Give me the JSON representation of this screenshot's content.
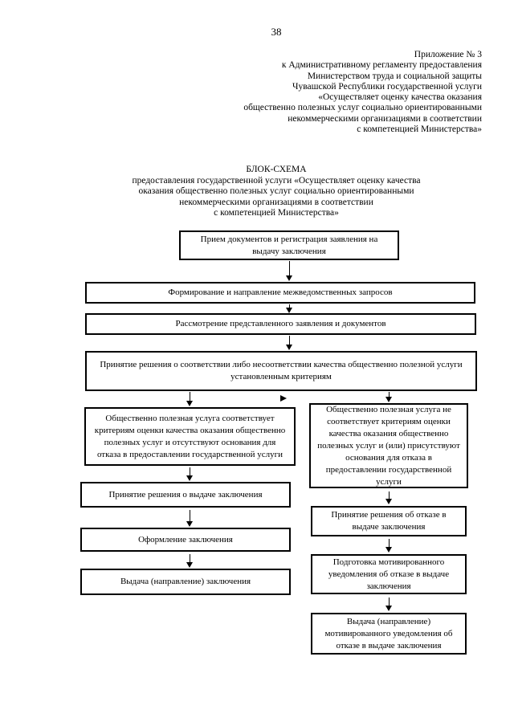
{
  "page_number": "38",
  "header": {
    "lines": [
      "Приложение № 3",
      "к Административному регламенту предоставления",
      "Министерством труда и социальной защиты",
      "Чувашской Республики государственной услуги",
      "«Осуществляет оценку качества оказания",
      "общественно полезных услуг социально ориентированными",
      "некоммерческими организациями в соответствии",
      "с компетенцией Министерства»"
    ]
  },
  "title": {
    "heading": "БЛОК-СХЕМА",
    "lines": [
      "предоставления государственной услуги «Осуществляет оценку качества",
      "оказания общественно полезных услуг социально ориентированными",
      "некоммерческими организациями в соответствии",
      "с компетенцией Министерства»"
    ]
  },
  "flowchart": {
    "nodes": [
      {
        "id": "accept-documents",
        "label": "Прием документов и регистрация заявления на выдачу заключения"
      },
      {
        "id": "interagency-requests",
        "label": "Формирование и направление межведомственных запросов"
      },
      {
        "id": "review-application",
        "label": "Рассмотрение представленного заявления и документов"
      },
      {
        "id": "decision-compliance",
        "label": "Принятие решения о соответствии либо несоответствии качества общественно полезной услуги установленным критериям"
      },
      {
        "id": "service-compliant",
        "label": "Общественно полезная услуга соответствует критериям оценки качества оказания общественно полезных услуг и отсутствуют основания для отказа в предоставлении государственной услуги"
      },
      {
        "id": "service-noncompliant",
        "label": "Общественно полезная услуга не соответствует критериям оценки качества оказания общественно полезных услуг и (или) присутствуют основания для отказа в предоставлении государственной услуги"
      },
      {
        "id": "decision-issue",
        "label": "Принятие решения о выдаче заключения"
      },
      {
        "id": "prepare-conclusion",
        "label": "Оформление заключения"
      },
      {
        "id": "issue-conclusion",
        "label": "Выдача (направление) заключения"
      },
      {
        "id": "decision-refuse",
        "label": "Принятие решения об отказе в выдаче заключения"
      },
      {
        "id": "prepare-refusal-notice",
        "label": "Подготовка мотивированного уведомления об отказе в выдаче заключения"
      },
      {
        "id": "issue-refusal-notice",
        "label": "Выдача (направление) мотивированного уведомления об отказе в выдаче заключения"
      }
    ]
  }
}
